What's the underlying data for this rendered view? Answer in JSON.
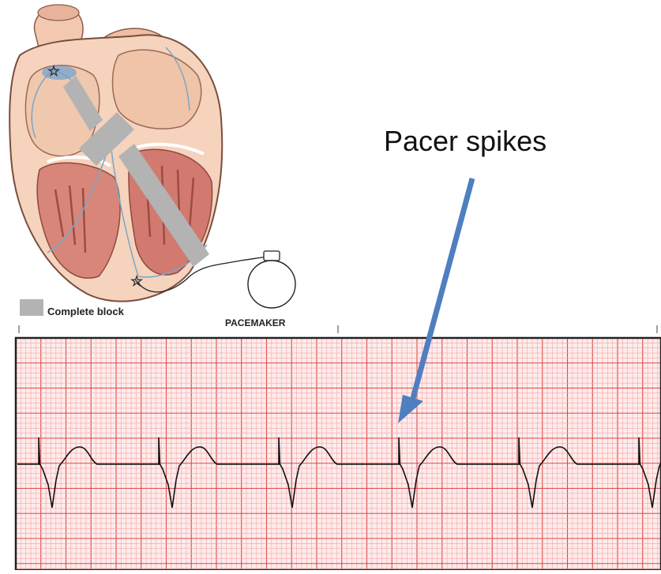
{
  "annotation": {
    "pacer_label": "Pacer spikes",
    "arrow_color": "#4f7fc0"
  },
  "legend": {
    "swatch_color": "#b3b3b3",
    "label": "Complete block"
  },
  "device": {
    "label": "PACEMAKER"
  },
  "ecg": {
    "grid_minor_color": "#f7a3a3",
    "grid_major_color": "#e04848",
    "paper_color": "#fdecec",
    "trace_color": "#111111",
    "beats_visible": 6
  },
  "heart": {
    "block_color": "#b3b3b3",
    "tissue_color": "#f2c3a6",
    "muscle_color": "#c96760",
    "conduction_color": "#7aa6c8"
  }
}
